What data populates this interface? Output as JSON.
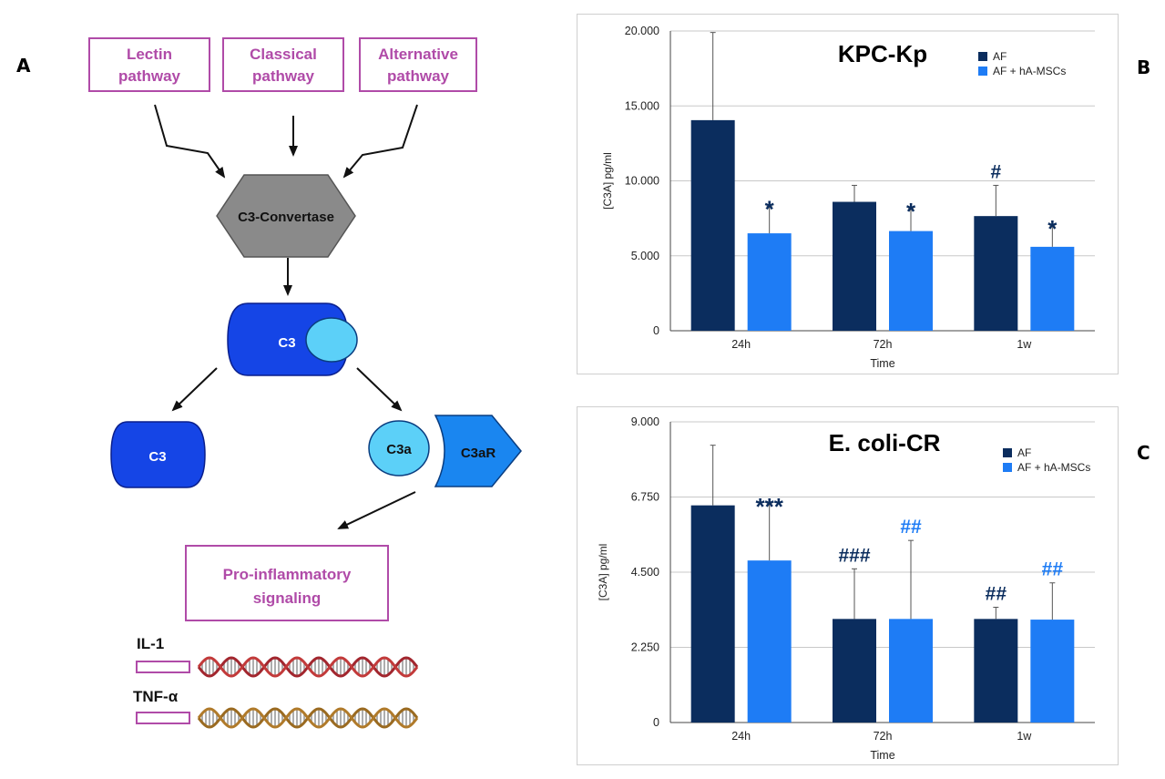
{
  "panel_labels": {
    "a": "A",
    "b": "B",
    "c": "C"
  },
  "diagram": {
    "pathways": [
      "Lectin pathway",
      "Classical pathway",
      "Alternative pathway"
    ],
    "convertase": "C3-Convertase",
    "c3_top": "C3",
    "c3_left": "C3",
    "c3a": "C3a",
    "c3ar": "C3aR",
    "signaling": "Pro-inflammatory signaling",
    "genes": [
      "IL-1",
      "TNF-α"
    ]
  },
  "colors": {
    "af": "#0b2d5e",
    "af_msc": "#1e7cf5",
    "pathway_border": "#b04ba8",
    "convertase": "#8a8a8a",
    "c3_blue": "#1545e6",
    "c3_light": "#5cd0f8",
    "c3ar": "#1a86f0"
  },
  "chart_data": [
    {
      "type": "bar",
      "title": "KPC-Kp",
      "xlabel": "Time",
      "ylabel": "[C3A] pg/ml",
      "ylim": [
        0,
        20000
      ],
      "yticks": [
        "0",
        "5.000",
        "10.000",
        "15.000",
        "20.000"
      ],
      "categories": [
        "24h",
        "72h",
        "1w"
      ],
      "legend_position": "top-right",
      "series": [
        {
          "name": "AF",
          "values": [
            14050,
            8600,
            7650
          ],
          "errors": [
            5850,
            1100,
            2050
          ],
          "marks": [
            "",
            "",
            "#"
          ]
        },
        {
          "name": "AF + hA-MSCs",
          "values": [
            6500,
            6650,
            5600
          ],
          "errors": [
            1800,
            1500,
            1400
          ],
          "marks": [
            "*",
            "*",
            "*"
          ]
        }
      ]
    },
    {
      "type": "bar",
      "title": "E. coli-CR",
      "xlabel": "Time",
      "ylabel": "[C3A] pg/ml",
      "ylim": [
        0,
        9000
      ],
      "yticks": [
        "0",
        "2.250",
        "4.500",
        "6.750",
        "9.000"
      ],
      "categories": [
        "24h",
        "72h",
        "1w"
      ],
      "legend_position": "top-right",
      "series": [
        {
          "name": "AF",
          "values": [
            6500,
            3100,
            3100
          ],
          "errors": [
            1800,
            1500,
            350
          ],
          "marks": [
            "",
            "###",
            "##"
          ]
        },
        {
          "name": "AF + hA-MSCs",
          "values": [
            4850,
            3100,
            3080
          ],
          "errors": [
            1700,
            2350,
            1100
          ],
          "marks": [
            "***",
            "##",
            "##"
          ]
        }
      ]
    }
  ]
}
